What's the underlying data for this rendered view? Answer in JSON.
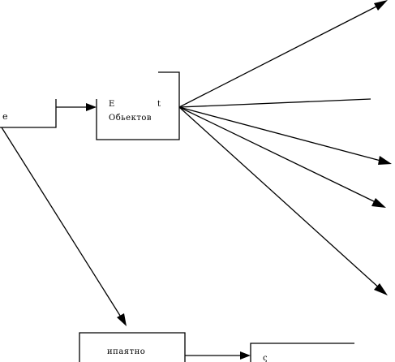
{
  "diagram": {
    "left_label": "e",
    "box_top_label_a": "E",
    "box_top_label_b": "t",
    "box_top_label_line2": "Обьектов",
    "box_bottom_label": "ипаятно",
    "box_right_label": "ς"
  }
}
